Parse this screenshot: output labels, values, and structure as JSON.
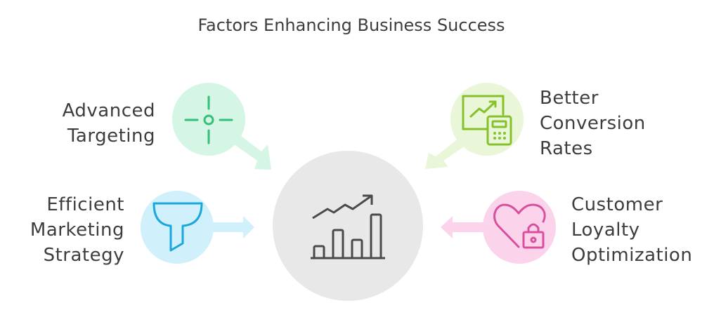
{
  "title": "Factors Enhancing Business Success",
  "center": {
    "icon": "growth-chart-icon"
  },
  "factors": [
    {
      "label_lines": [
        "Advanced",
        "Targeting"
      ],
      "icon": "crosshair-icon",
      "color": "#35c07a",
      "bg": "#d5f5e5"
    },
    {
      "label_lines": [
        "Efficient",
        "Marketing",
        "Strategy"
      ],
      "icon": "funnel-icon",
      "color": "#1aa8dc",
      "bg": "#d0f0fb"
    },
    {
      "label_lines": [
        "Better",
        "Conversion",
        "Rates"
      ],
      "icon": "chart-calculator-icon",
      "color": "#86c12c",
      "bg": "#e9f6d7"
    },
    {
      "label_lines": [
        "Customer",
        "Loyalty",
        "Optimization"
      ],
      "icon": "heart-lock-icon",
      "color": "#d94fa0",
      "bg": "#fbd3ea"
    }
  ],
  "colors": {
    "center_bg": "#e8e8e8",
    "center_icon": "#4a4a4a"
  }
}
